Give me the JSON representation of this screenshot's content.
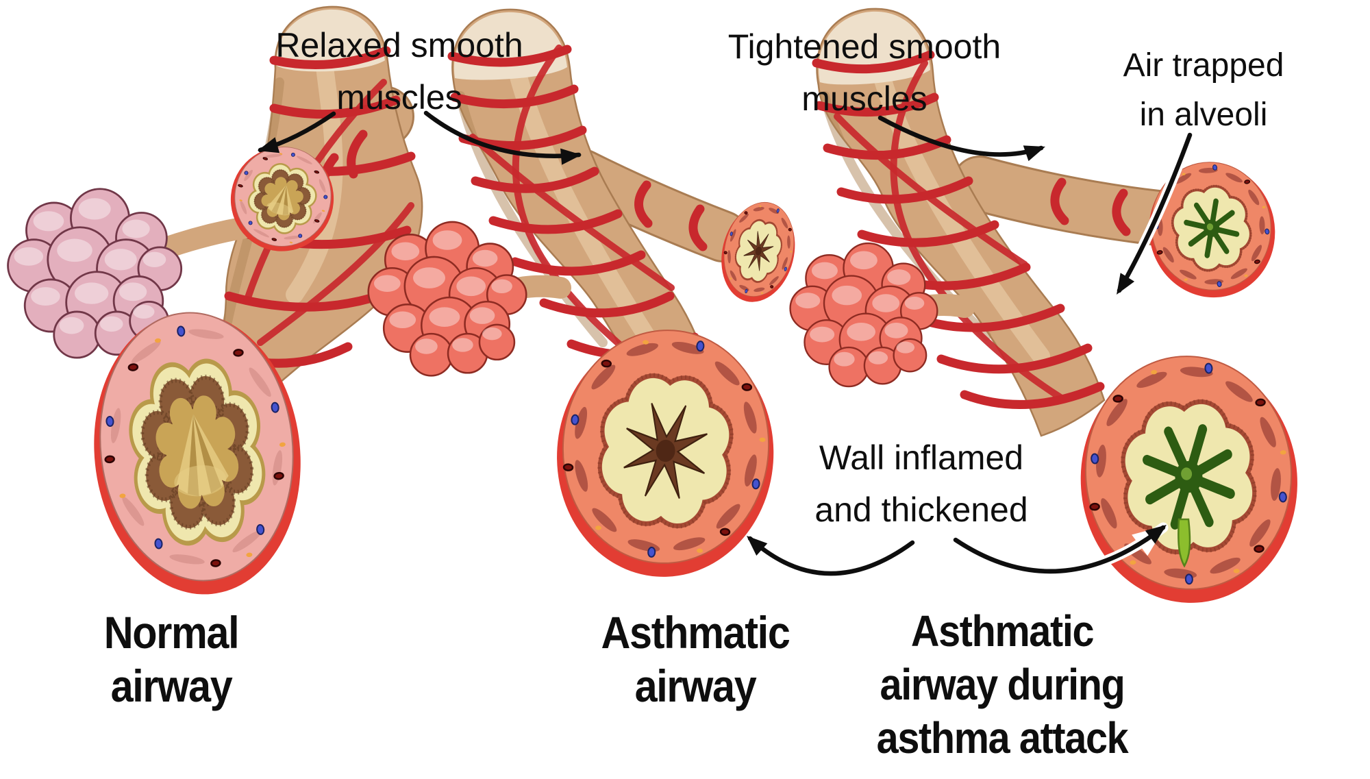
{
  "figure": {
    "type": "medical-comparison-diagram",
    "background": "#ffffff"
  },
  "labels": {
    "relaxed": {
      "line1": "Relaxed smooth",
      "line2": "muscles"
    },
    "tightened": {
      "line1": "Tightened smooth",
      "line2": "muscles"
    },
    "air_trapped": {
      "line1": "Air trapped",
      "line2": "in alveoli"
    },
    "wall_inflamed": {
      "line1": "Wall inflamed",
      "line2": "and thickened"
    }
  },
  "captions": {
    "normal": {
      "line1": "Normal",
      "line2": "airway"
    },
    "asthmatic": {
      "line1": "Asthmatic",
      "line2": "airway"
    },
    "attack": {
      "line1": "Asthmatic",
      "line2": "airway during",
      "line3": "asthma attack"
    }
  },
  "arrows": [
    {
      "id": "relaxed-to-normal-trunk",
      "style": "curved-black"
    },
    {
      "id": "relaxed-to-middle-trunk",
      "style": "curved-black"
    },
    {
      "id": "tightened-to-right-trunk",
      "style": "curved-black"
    },
    {
      "id": "air-trapped-to-alveoli",
      "style": "curved-black-white-halo"
    },
    {
      "id": "wall-inflamed-to-asthmatic-section",
      "style": "curved-black-white-halo"
    },
    {
      "id": "wall-inflamed-to-attack-section",
      "style": "curved-black-white-halo"
    }
  ],
  "colors": {
    "background": "#ffffff",
    "ink": "#0e0e0e",
    "tubeBase": "#d2a67c",
    "tubeEdge": "#a97c52",
    "tubeHighlight": "#ecd4ae",
    "tubeShadow": "#b08557",
    "tubeTip": "#eee0cb",
    "muscleRed": "#c8282d",
    "alveoliNormal": "#e3afbd",
    "alveoliNormalLine": "#713748",
    "alveoliAsthma": "#ee7263",
    "alveoliAsthmaLine": "#8e2b22",
    "rimRed": "#e23d33",
    "wallNormal": "#efaca6",
    "wallStreakNormal": "#d6918b",
    "wallAsthma": "#ef8767",
    "wallSpindle": "#a84c3e",
    "liningEdge": "#b89a4a",
    "liningFringe": "#a64a34",
    "liningCream": "#efe7ae",
    "mucosaBrown": "#8a5a38",
    "lumenGold": "#c9a456",
    "lumenRayLight": "#e8d088",
    "lumenRayDark": "#9b7a35",
    "lumenBrown": "#6b3a22",
    "mucusGreen": "#2d5c12",
    "mucusHighlight": "#7cab3a",
    "mucusDrip": "#8cbe2d",
    "mucusDripEdge": "#55821a",
    "cellBlue": "#4553cf",
    "cellBlueEdge": "#1b2366",
    "cellRed": "#7c120e",
    "cellRedEdge": "#2e0404",
    "cellOrange": "#f2a440"
  }
}
